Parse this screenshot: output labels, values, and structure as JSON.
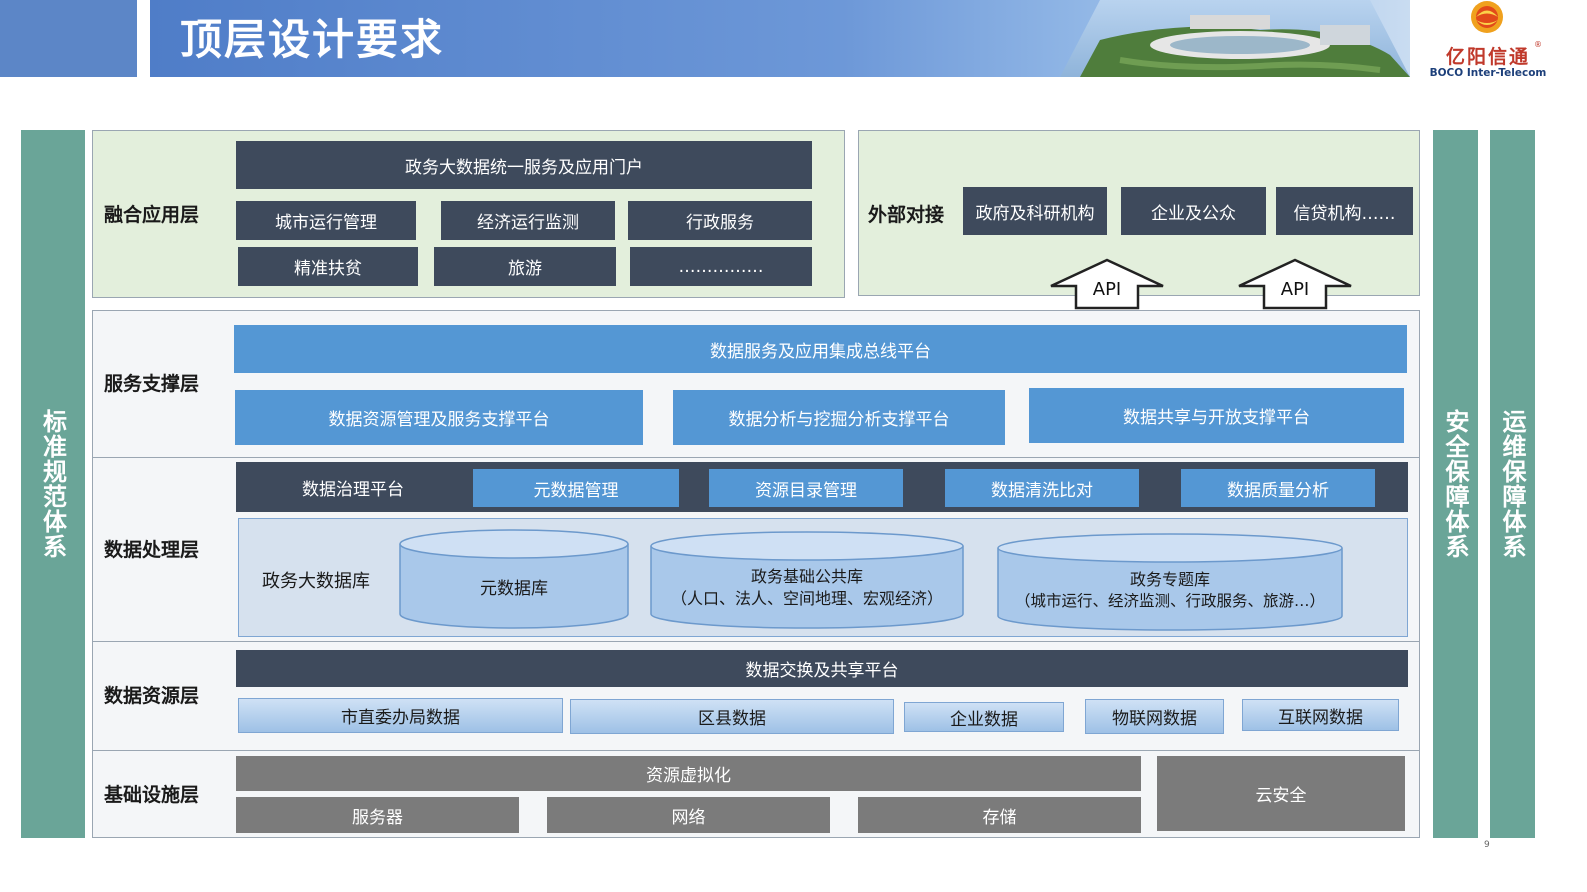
{
  "header": {
    "title": "顶层设计要求"
  },
  "logo": {
    "name": "亿阳信通",
    "sub": "BOCO Inter-Telecom",
    "reg": "®"
  },
  "page_number": "9",
  "side_bars": {
    "left": "标准规范体系",
    "right1": "安全保障体系",
    "right2": "运维保障体系"
  },
  "fusion": {
    "label": "融合应用层",
    "portal": "政务大数据统一服务及应用门户",
    "apps": [
      "城市运行管理",
      "经济运行监测",
      "行政服务",
      "精准扶贫",
      "旅游",
      "……………"
    ]
  },
  "external": {
    "label": "外部对接",
    "items": [
      "政府及科研机构",
      "企业及公众",
      "信贷机构……"
    ],
    "api_label": "API"
  },
  "service": {
    "label": "服务支撑层",
    "bus": "数据服务及应用集成总线平台",
    "platforms": [
      "数据资源管理及服务支撑平台",
      "数据分析与挖掘分析支撑平台",
      "数据共享与开放支撑平台"
    ]
  },
  "processing": {
    "label": "数据处理层",
    "governance": "数据治理平台",
    "tools": [
      "元数据管理",
      "资源目录管理",
      "数据清洗比对",
      "数据质量分析"
    ],
    "db_label": "政务大数据库",
    "dbs": [
      {
        "line1": "元数据库",
        "line2": ""
      },
      {
        "line1": "政务基础公共库",
        "line2": "（人口、法人、空间地理、宏观经济）"
      },
      {
        "line1": "政务专题库",
        "line2": "（城市运行、经济监测、行政服务、旅游…）"
      }
    ]
  },
  "resource": {
    "label": "数据资源层",
    "exchange": "数据交换及共享平台",
    "sources": [
      "市直委办局数据",
      "区县数据",
      "企业数据",
      "物联网数据",
      "互联网数据"
    ]
  },
  "infra": {
    "label": "基础设施层",
    "virtual": "资源虚拟化",
    "items": [
      "服务器",
      "网络",
      "存储"
    ],
    "security": "云安全"
  },
  "colors": {
    "header_blue": "#5c86c7",
    "side_green": "#6aa598",
    "dark_box": "#3e4a5c",
    "blue_box": "#5497d4",
    "gray_box": "#7b7b7b",
    "fusion_bg": "#e3efdc"
  }
}
